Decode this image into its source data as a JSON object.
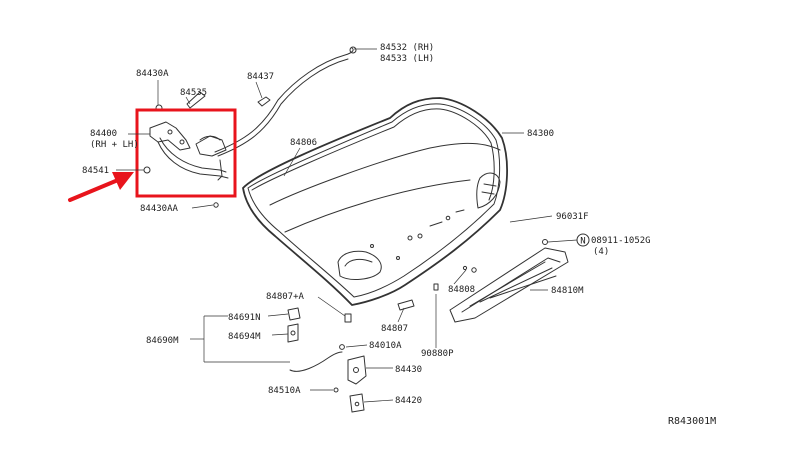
{
  "labels": {
    "p84532": "84532 (RH)",
    "p84533": "84533 (LH)",
    "p84430A": "84430A",
    "p84437": "84437",
    "p84535": "84535",
    "p84400": "84400",
    "p84400b": "(RH + LH)",
    "p84806": "84806",
    "p84300": "84300",
    "p84541": "84541",
    "p84430AA": "84430AA",
    "p96031F": "96031F",
    "p08911": "08911-1052G",
    "p08911qty": "(4)",
    "p84808": "84808",
    "p84810M": "84810M",
    "p84807A": "84807+A",
    "p84807": "84807",
    "p84691N": "84691N",
    "p84694M": "84694M",
    "p84690M": "84690M",
    "p84010A": "84010A",
    "p90880P": "90880P",
    "p84430": "84430",
    "p84510A": "84510A",
    "p84420": "84420",
    "ref": "R843001M",
    "circled_n": "N"
  },
  "colors": {
    "highlight": "#e8141c",
    "linework": "#333333"
  }
}
